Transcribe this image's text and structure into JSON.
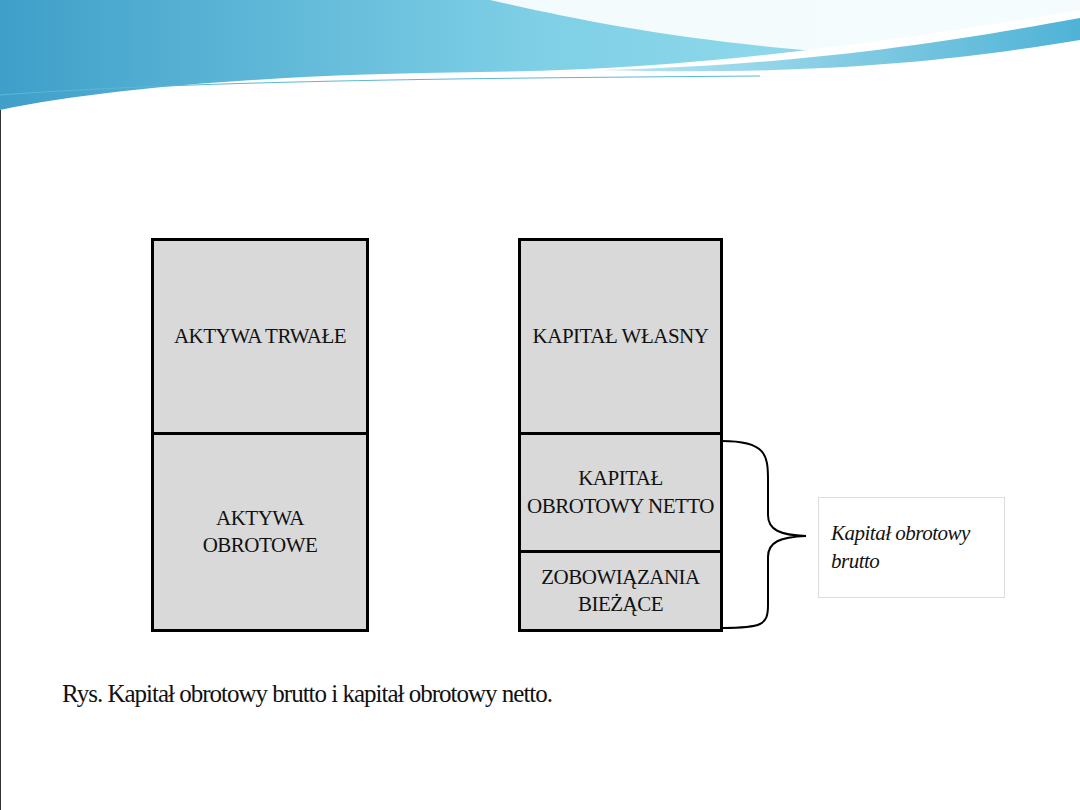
{
  "diagram": {
    "caption": "Rys. Kapitał obrotowy brutto i kapitał obrotowy netto.",
    "nodes": [
      {
        "text": [
          "AKTYWA TRWAŁE"
        ]
      },
      {
        "text": [
          "AKTYWA OBROTOWE"
        ]
      },
      {
        "text": [
          "KAPITAŁ WŁASNY"
        ]
      },
      {
        "text": [
          "KAPITAŁ OBROTOWY NETTO"
        ]
      },
      {
        "text": [
          "ZOBOWIĄZANIA BIEŻĄCE"
        ]
      },
      {
        "text": [
          "Kapitał obrotowy brutto"
        ]
      }
    ]
  }
}
